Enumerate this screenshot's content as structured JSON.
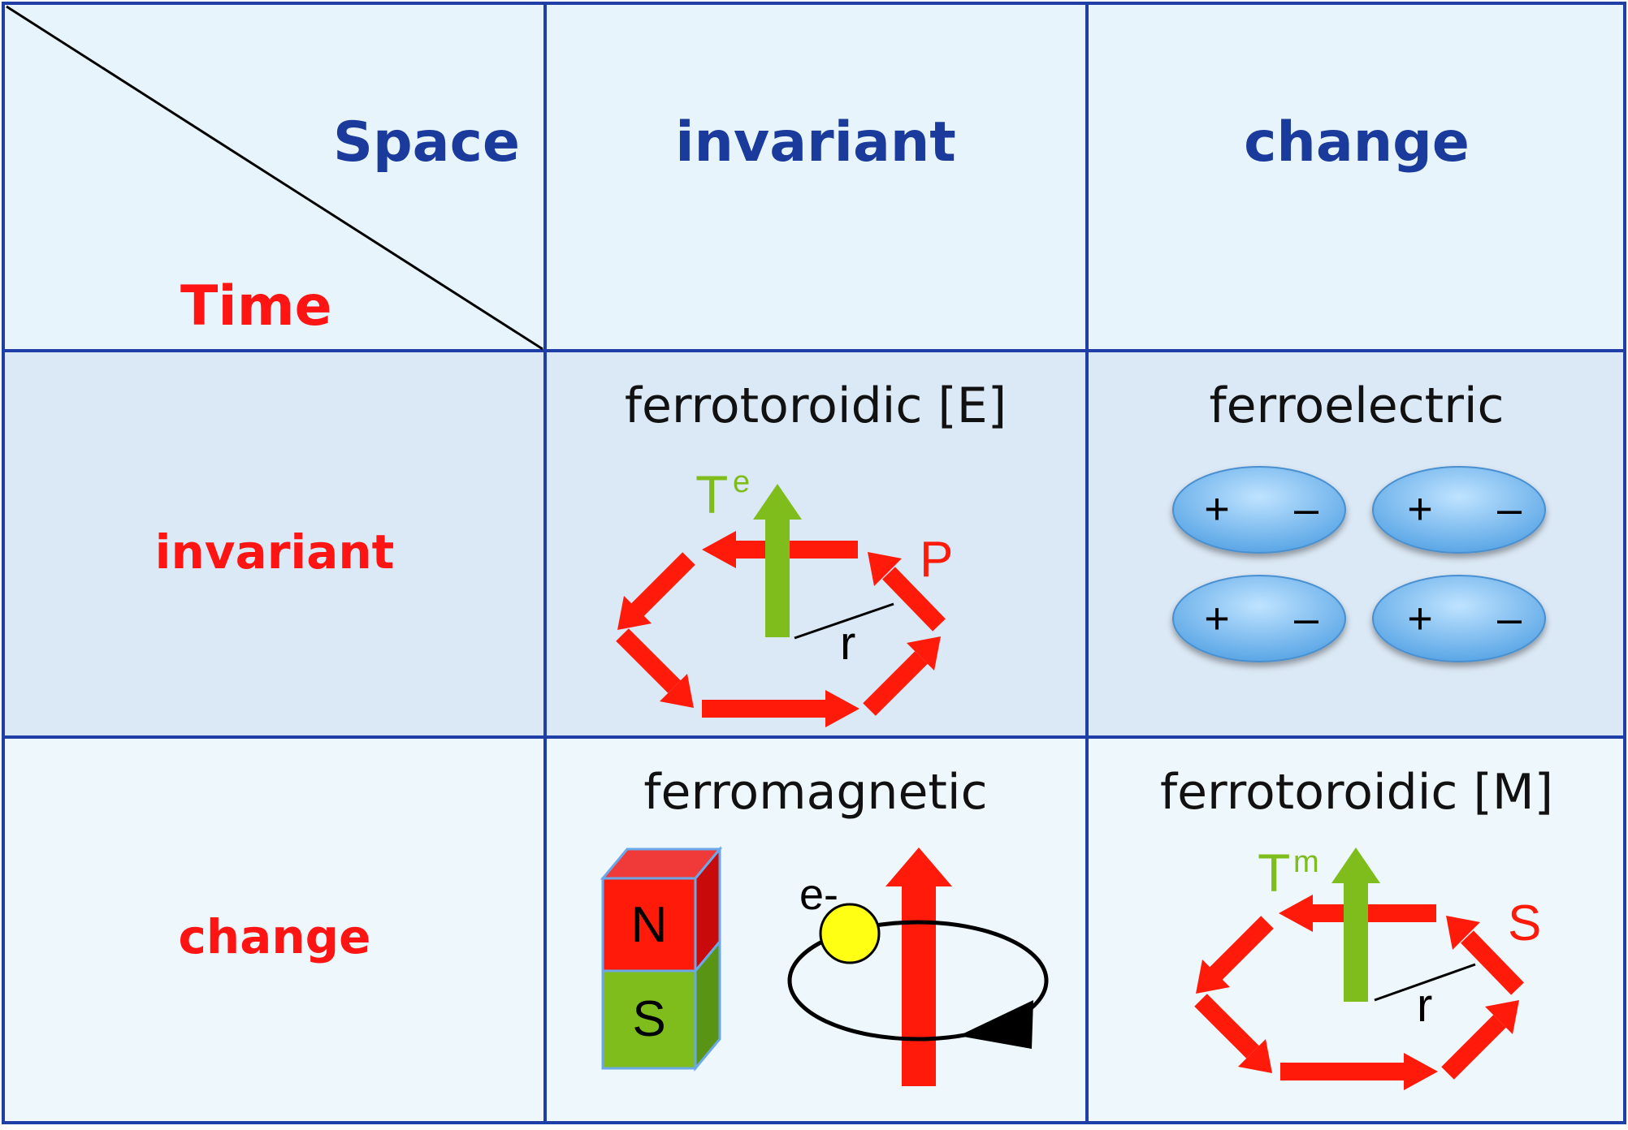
{
  "headers": {
    "space": "Space",
    "time": "Time",
    "col_invariant": "invariant",
    "col_change": "change",
    "row_invariant": "invariant",
    "row_change": "change"
  },
  "cells": {
    "ferrotoroidic_e": {
      "title": "ferrotoroidic [E]",
      "toroidal_symbol": "T",
      "toroidal_superscript": "e",
      "loop_label": "P",
      "radius_label": "r"
    },
    "ferroelectric": {
      "title": "ferroelectric",
      "dipoles": [
        {
          "plus": "+",
          "minus": "–"
        },
        {
          "plus": "+",
          "minus": "–"
        },
        {
          "plus": "+",
          "minus": "–"
        },
        {
          "plus": "+",
          "minus": "–"
        }
      ]
    },
    "ferromagnetic": {
      "title": "ferromagnetic",
      "magnet_north": "N",
      "magnet_south": "S",
      "electron_label": "e-"
    },
    "ferrotoroidic_m": {
      "title": "ferrotoroidic [M]",
      "toroidal_symbol": "T",
      "toroidal_superscript": "m",
      "loop_label": "S",
      "radius_label": "r"
    }
  },
  "colors": {
    "grid_line": "#1f3fa6",
    "header_blue": "#1a3a9c",
    "header_red": "#ff1414",
    "arrow_red": "#ff1a0a",
    "arrow_green": "#7fbd1c",
    "cell_light": "#e7f4fb",
    "cell_mid": "#dbe8f5",
    "cell_pale": "#eef7fb",
    "ellipse_blue": "#6bb4ec"
  }
}
